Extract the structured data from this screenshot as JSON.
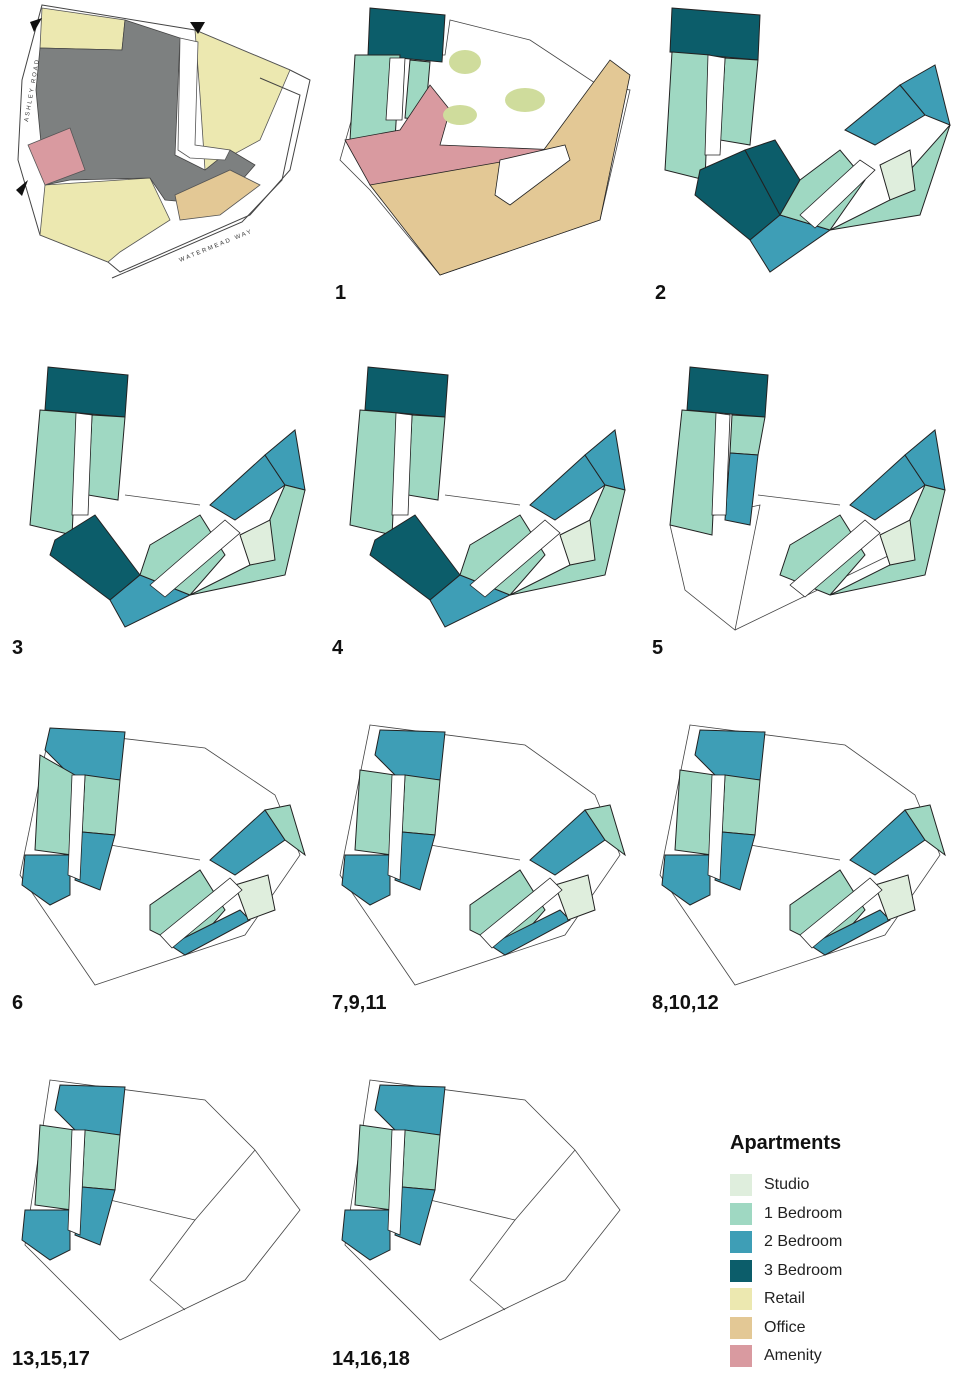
{
  "legend": {
    "title": "Apartments",
    "items": [
      {
        "key": "studio",
        "label": "Studio",
        "color": "#dfeedd"
      },
      {
        "key": "one_bed",
        "label": "1 Bedroom",
        "color": "#9fd8c2"
      },
      {
        "key": "two_bed",
        "label": "2 Bedroom",
        "color": "#3e9eb6"
      },
      {
        "key": "three_bed",
        "label": "3 Bedroom",
        "color": "#0c5d6a"
      },
      {
        "key": "retail",
        "label": "Retail",
        "color": "#ece8b0"
      },
      {
        "key": "office",
        "label": "Office",
        "color": "#e3c895"
      },
      {
        "key": "amenity",
        "label": "Amenity",
        "color": "#d99aa0"
      }
    ]
  },
  "colors": {
    "existing_building": "#7d8080",
    "landscape": "#cfdc9c",
    "core": "#ffffff",
    "outline": "#222222"
  },
  "site": {
    "road_west": "ASHLEY ROAD",
    "road_south": "WATERMEAD WAY"
  },
  "panels": [
    {
      "id": "site",
      "label": ""
    },
    {
      "id": "l1",
      "label": "1"
    },
    {
      "id": "l2",
      "label": "2"
    },
    {
      "id": "l3",
      "label": "3"
    },
    {
      "id": "l4",
      "label": "4"
    },
    {
      "id": "l5",
      "label": "5"
    },
    {
      "id": "l6",
      "label": "6"
    },
    {
      "id": "l7",
      "label": "7,9,11"
    },
    {
      "id": "l8",
      "label": "8,10,12"
    },
    {
      "id": "l13",
      "label": "13,15,17"
    },
    {
      "id": "l14",
      "label": "14,16,18"
    }
  ]
}
